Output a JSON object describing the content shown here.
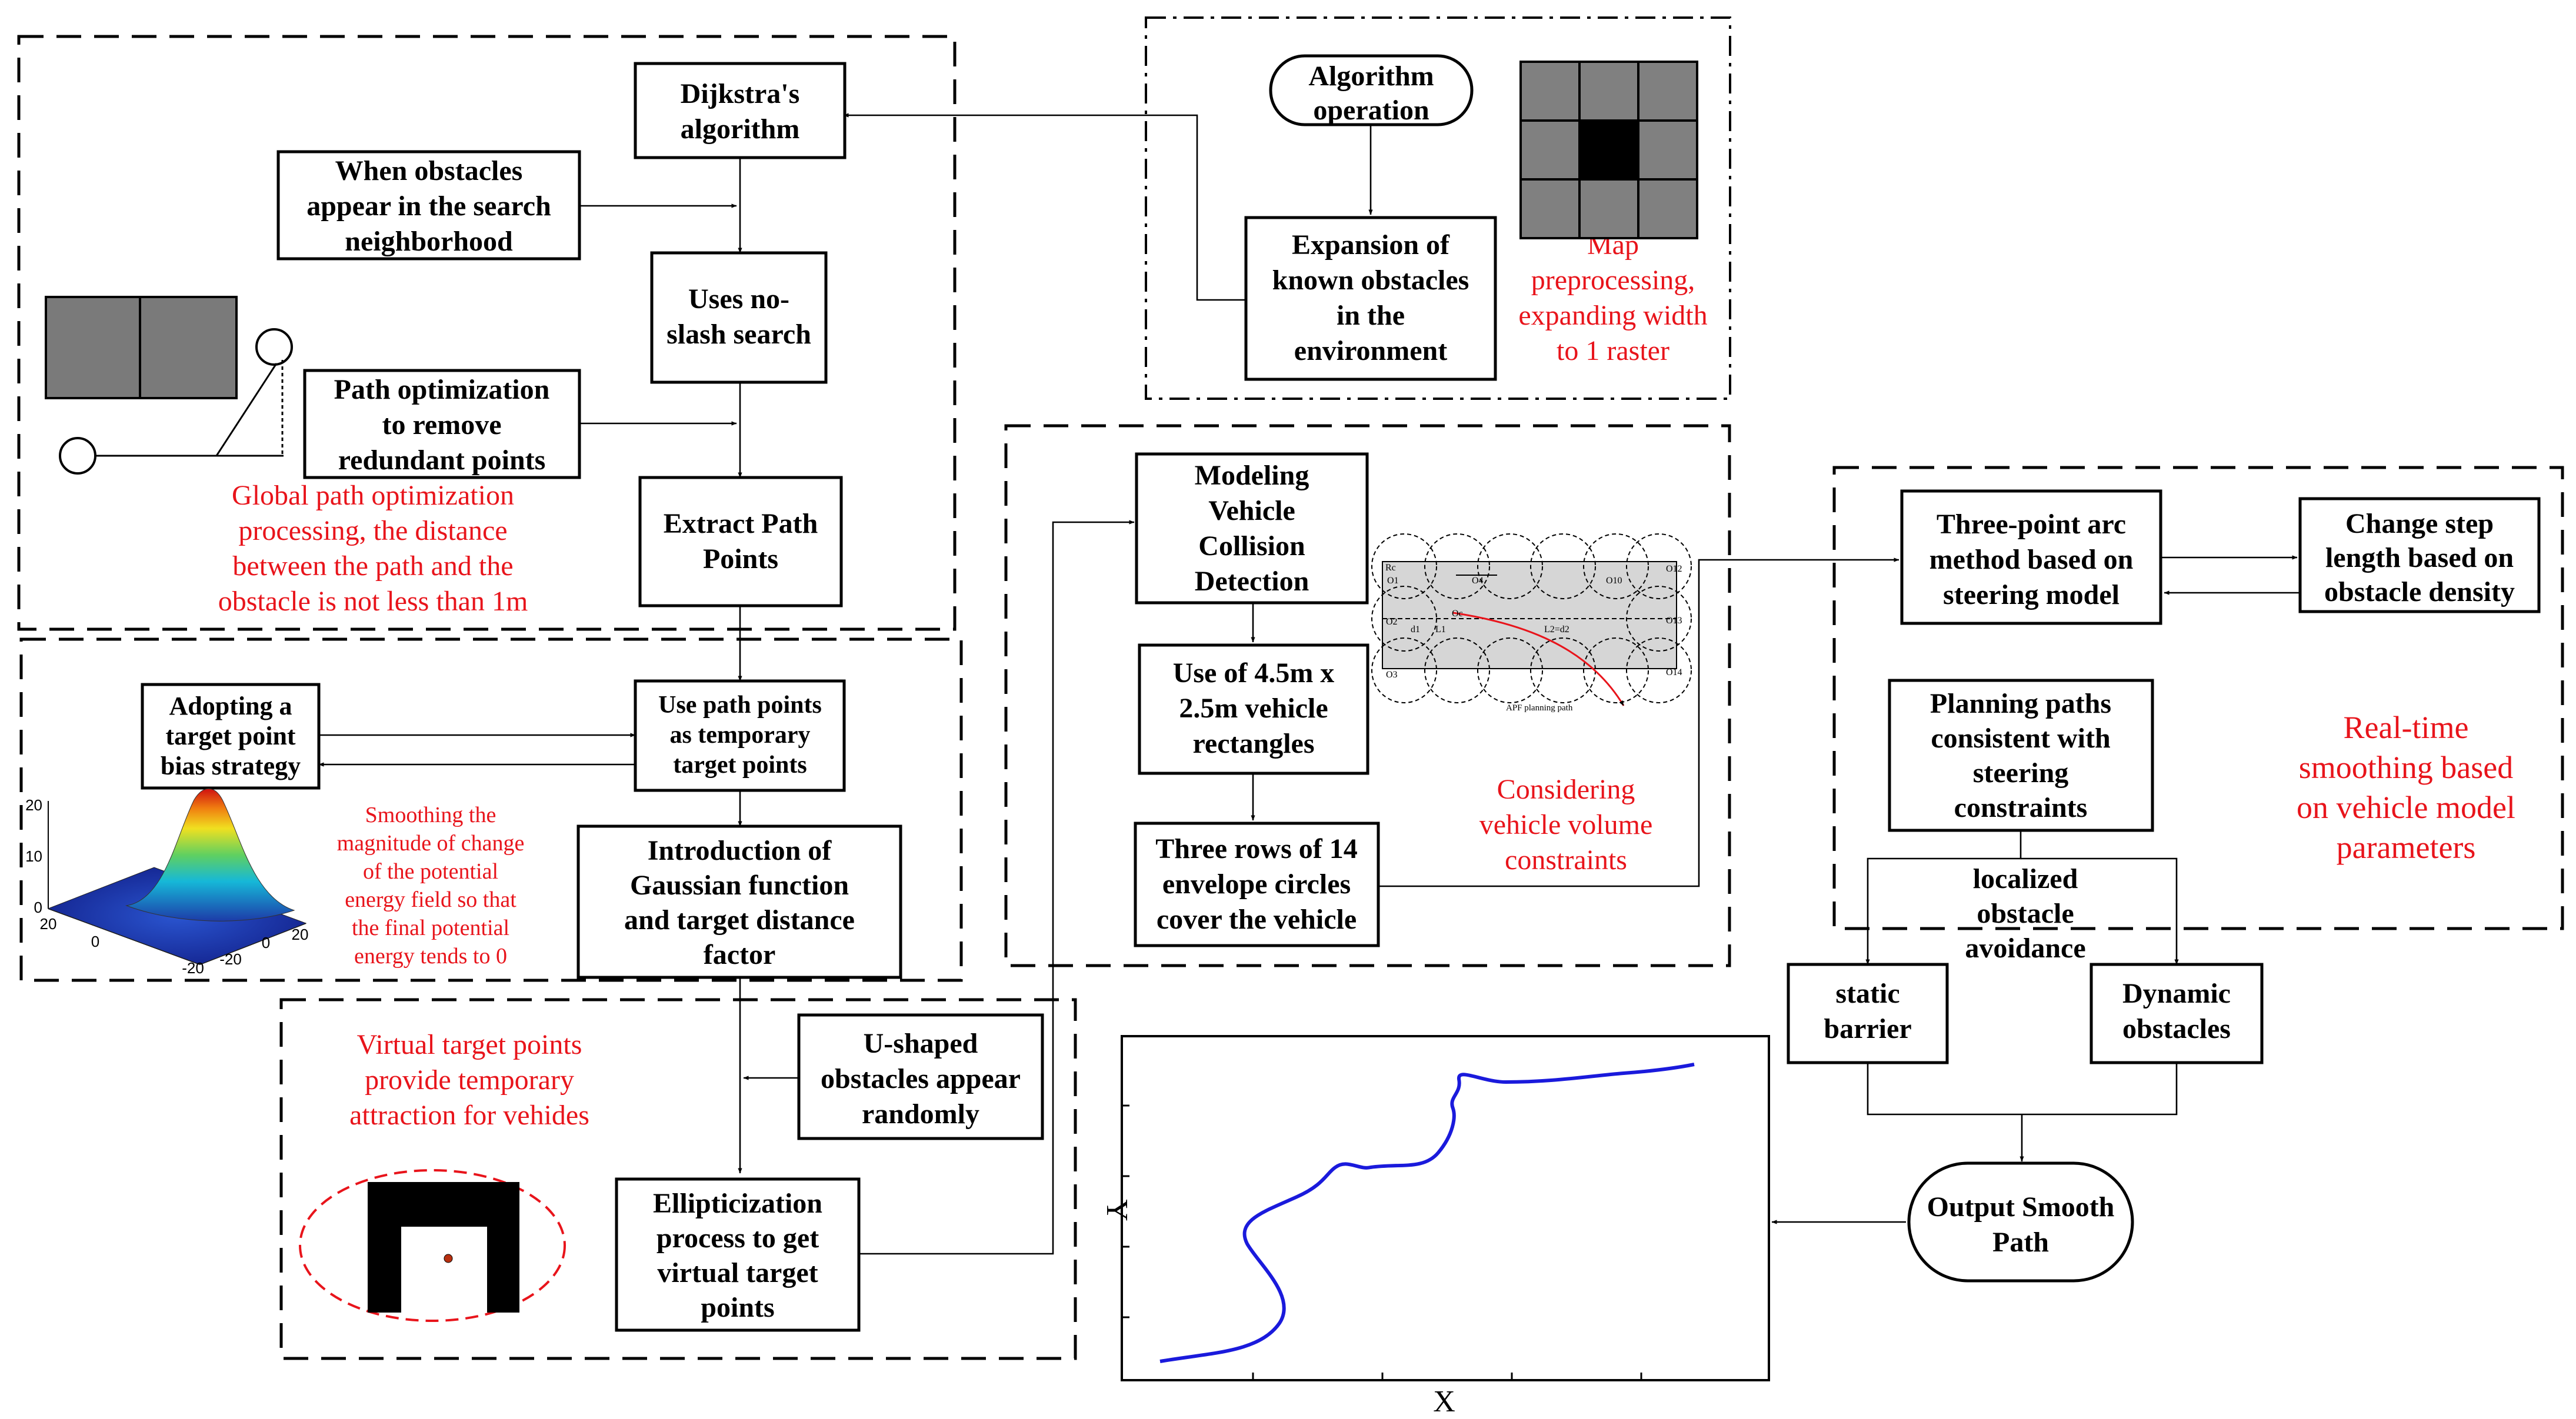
{
  "boxes": {
    "dijkstra": [
      "Dijkstra's",
      "algorithm"
    ],
    "obstacles_neighborhood": [
      "When obstacles",
      "appear in the search",
      "neighborhood"
    ],
    "no_slash": [
      "Uses no-",
      "slash search"
    ],
    "path_optimization": [
      "Path optimization",
      "to remove",
      "redundant points"
    ],
    "extract_path": [
      "Extract Path",
      "Points"
    ],
    "target_bias": [
      "Adopting a",
      "target point",
      "bias strategy"
    ],
    "temp_target": [
      "Use path points",
      "as temporary",
      "target points"
    ],
    "gaussian": [
      "Introduction of",
      "Gaussian function",
      "and target distance",
      "factor"
    ],
    "u_shaped": [
      "U-shaped",
      "obstacles appear",
      "randomly"
    ],
    "ellipticization": [
      "Ellipticization",
      "process to get",
      "virtual target",
      "points"
    ],
    "algorithm_operation": [
      "Algorithm",
      "operation"
    ],
    "expansion": [
      "Expansion of",
      "known obstacles",
      "in the",
      "environment"
    ],
    "modeling": [
      "Modeling",
      "Vehicle",
      "Collision",
      "Detection"
    ],
    "vehicle_rect": [
      "Use of 4.5m x",
      "2.5m vehicle",
      "rectangles"
    ],
    "envelope": [
      "Three rows of 14",
      "envelope circles",
      "cover the vehicle"
    ],
    "three_point": [
      "Three-point arc",
      "method based on",
      "steering model"
    ],
    "step_length": [
      "Change step",
      "length based on",
      "obstacle density"
    ],
    "planning_paths": [
      "Planning paths",
      "consistent with",
      "steering",
      "constraints"
    ],
    "localized": [
      "localized",
      "obstacle",
      "avoidance"
    ],
    "static_barrier": [
      "static",
      "barrier"
    ],
    "dynamic_obstacles": [
      "Dynamic",
      "obstacles"
    ],
    "output": [
      "Output Smooth",
      "Path"
    ]
  },
  "red_notes": {
    "global_opt": [
      "Global path optimization",
      "processing, the distance",
      "between the path and the",
      "obstacle is not less than 1m"
    ],
    "smoothing": [
      "Smoothing the",
      "magnitude of change",
      "of the potential",
      "energy field so that",
      "the final potential",
      "energy tends to 0"
    ],
    "virtual": [
      "Virtual target points",
      "provide temporary",
      "attraction for vehides"
    ],
    "map_pre": [
      "Map",
      "preprocessing,",
      "expanding width",
      "to 1 raster"
    ],
    "vehicle_volume": [
      "Considering",
      "vehicle volume",
      "constraints"
    ],
    "realtime": [
      "Real-time",
      "smoothing based",
      "on vehicle model",
      "parameters"
    ]
  },
  "surface_plot": {
    "z_ticks": [
      "20",
      "10",
      "0"
    ],
    "x_ticks": [
      "20",
      "0",
      "-20"
    ],
    "y_ticks": [
      "0",
      "-20",
      "20"
    ]
  },
  "vehicle_diagram": {
    "labels": [
      "Rc",
      "O1",
      "O2",
      "O3",
      "O4",
      "O10",
      "O12",
      "O13",
      "O14",
      "d1",
      "L1",
      "L2=d2",
      "Oc"
    ],
    "caption": "APF planning path"
  },
  "output_plot": {
    "xlabel": "X",
    "ylabel": "Y",
    "line_color": "#1a1adc"
  },
  "colors": {
    "red": "#e8141b",
    "grid_gray": "#808080",
    "black": "#000000"
  }
}
